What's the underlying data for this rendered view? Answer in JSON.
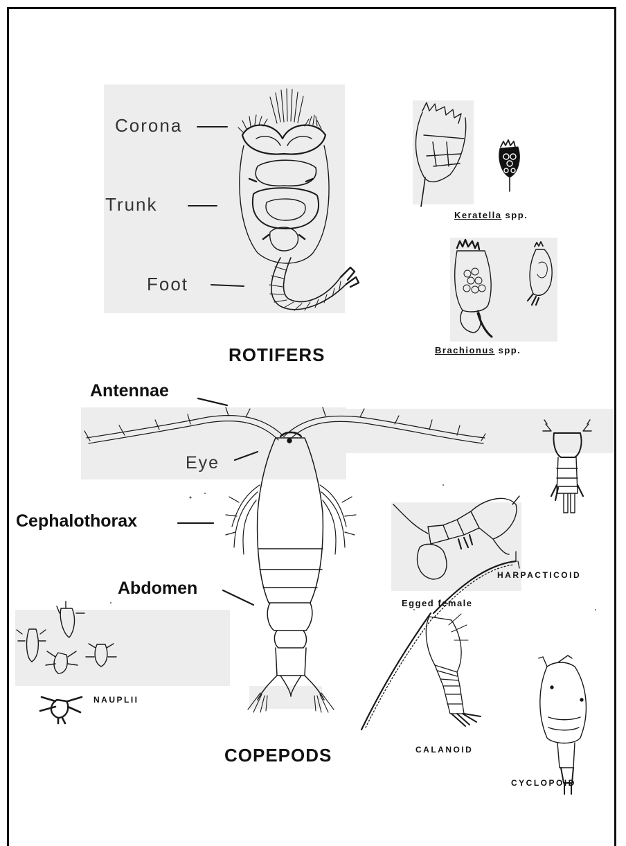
{
  "rotifers": {
    "title": "ROTIFERS",
    "labels": {
      "corona": "Corona",
      "trunk": "Trunk",
      "foot": "Foot"
    },
    "keratella": {
      "genus": "Keratella",
      "suffix": "spp."
    },
    "brachionus": {
      "genus": "Brachionus",
      "suffix": "spp."
    }
  },
  "copepods": {
    "title": "COPEPODS",
    "labels": {
      "antennae": "Antennae",
      "eye": "Eye",
      "cephalothorax": "Cephalothorax",
      "abdomen": "Abdomen"
    },
    "types": {
      "harpacticoid": "HARPACTICOID",
      "egged_female": "Egged female",
      "nauplii": "NAUPLII",
      "calanoid": "CALANOID",
      "cyclopoid": "CYCLOPOID"
    }
  }
}
